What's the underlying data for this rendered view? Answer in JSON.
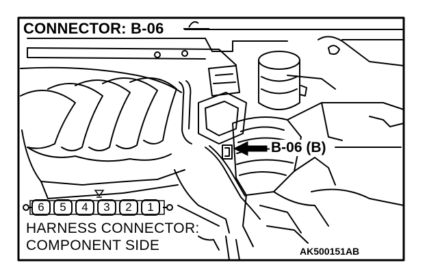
{
  "title": "CONNECTOR: B-06",
  "callout_label": "B-06 (B)",
  "connector_view": {
    "pins": [
      "6",
      "5",
      "4",
      "3",
      "2",
      "1"
    ],
    "caption_line1": "HARNESS CONNECTOR:",
    "caption_line2": "COMPONENT SIDE"
  },
  "figure_id": "AK500151AB",
  "colors": {
    "line": "#000000",
    "background": "#ffffff"
  }
}
